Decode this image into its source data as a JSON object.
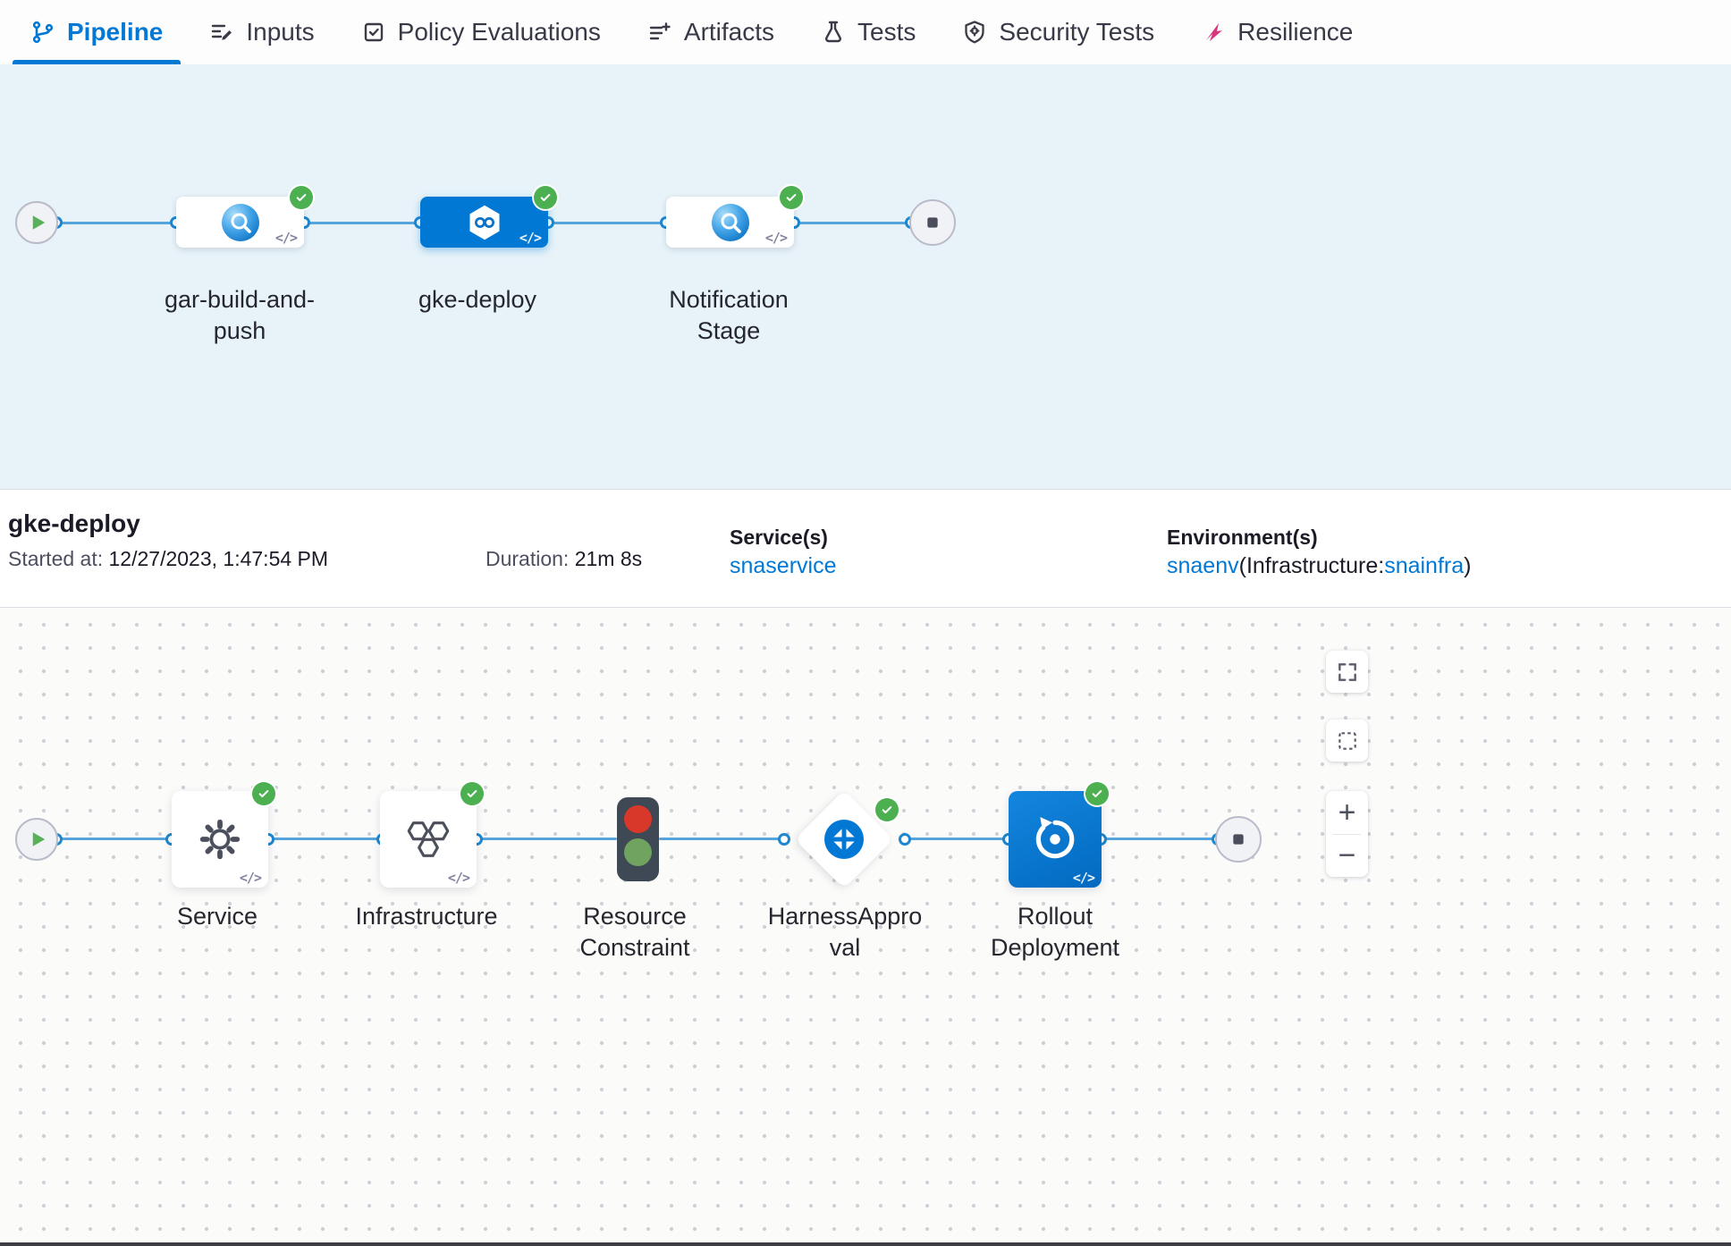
{
  "tabs": [
    {
      "label": "Pipeline",
      "icon": "pipeline-icon",
      "active": true
    },
    {
      "label": "Inputs",
      "icon": "inputs-icon",
      "active": false
    },
    {
      "label": "Policy Evaluations",
      "icon": "policy-evaluations-icon",
      "active": false
    },
    {
      "label": "Artifacts",
      "icon": "artifacts-icon",
      "active": false
    },
    {
      "label": "Tests",
      "icon": "tests-flask-icon",
      "active": false
    },
    {
      "label": "Security Tests",
      "icon": "security-tests-icon",
      "active": false
    },
    {
      "label": "Resilience",
      "icon": "resilience-icon",
      "active": false
    }
  ],
  "stage_graph": {
    "stages": [
      {
        "name": "gar-build-and-push",
        "status": "success",
        "selected": false,
        "icon": "build-stage-icon"
      },
      {
        "name": "gke-deploy",
        "status": "success",
        "selected": true,
        "icon": "deploy-stage-icon"
      },
      {
        "name": "Notification Stage",
        "status": "success",
        "selected": false,
        "icon": "custom-stage-icon"
      }
    ]
  },
  "details": {
    "title": "gke-deploy",
    "started_label": "Started at:",
    "started_value": "12/27/2023, 1:47:54 PM",
    "duration_label": "Duration:",
    "duration_value": "21m 8s",
    "services_label": "Service(s)",
    "service_name": "snaservice",
    "environments_label": "Environment(s)",
    "environment_name": "snaenv",
    "environment_infra_prefix": "(Infrastructure:",
    "environment_infra_name": "snainfra",
    "environment_suffix": ")"
  },
  "execution_graph": {
    "steps": [
      {
        "name": "Service",
        "status": "success",
        "icon": "gear-icon"
      },
      {
        "name": "Infrastructure",
        "status": "success",
        "icon": "hexagons-icon"
      },
      {
        "name": "Resource Constraint",
        "status": "running-queue",
        "icon": "traffic-light-icon"
      },
      {
        "name": "HarnessApproval",
        "status": "success",
        "icon": "approval-icon"
      },
      {
        "name": "Rollout Deployment",
        "status": "success",
        "icon": "rollout-icon"
      }
    ]
  },
  "controls": {
    "zoom_in": "+",
    "zoom_out": "−"
  },
  "misc": {
    "code_chip": "</>"
  },
  "colors": {
    "accent_blue": "#0278d5",
    "success_green": "#4caf50",
    "selected_stage_blue": "#0278d5",
    "resilience_pink": "#d9367c",
    "stage_canvas_bg": "#e7f3f9",
    "link_blue": "#0278d5"
  }
}
